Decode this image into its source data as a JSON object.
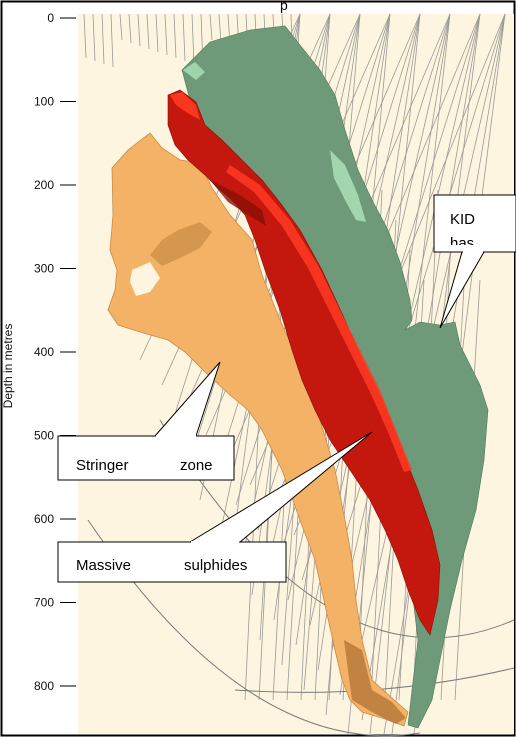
{
  "header": {
    "partial_text": "p   "
  },
  "axis": {
    "title": "Depth in metres",
    "ticks": [
      "0",
      "100",
      "200",
      "300",
      "400",
      "500",
      "600",
      "700",
      "800"
    ]
  },
  "callouts": {
    "stringer": {
      "word1": "Stringer",
      "word2": "zone"
    },
    "massive": {
      "word1": "Massive",
      "word2": "sulphides"
    },
    "kid": {
      "line1": "KID",
      "line2": "has"
    }
  },
  "colors": {
    "background": "#FDF5DF",
    "stringer_zone": "#F4B266",
    "massive_sulphides": "#C4180E",
    "massive_highlight": "#FF3A22",
    "host_rock": "#6E9A7A",
    "host_rock_light": "#A8DDB4",
    "drill_holes": "#8A8A8A"
  }
}
